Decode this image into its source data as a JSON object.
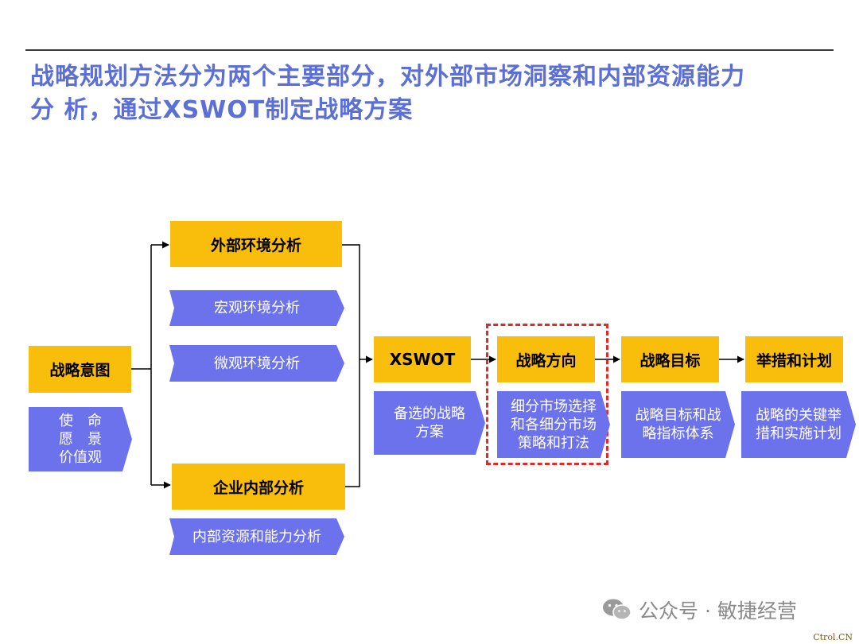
{
  "title": {
    "line1": "战略规划方法分为两个主要部分，对外部市场洞察和内部资源能力",
    "line2": "分 析，通过XSWOT制定战略方案"
  },
  "nodes": {
    "strategic_intent": "战略意图",
    "mission": [
      "使　命",
      "愿　景",
      "价值观"
    ],
    "external": "外部环境分析",
    "macro": "宏观环境分析",
    "micro": "微观环境分析",
    "internal": "企业内部分析",
    "internal_sub": "内部资源和能力分析",
    "xswot": "XSWOT",
    "xswot_sub": [
      "备选的战略",
      "方案"
    ],
    "direction": "战略方向",
    "direction_sub": [
      "细分市场选择",
      "和各细分市场",
      "策略和打法"
    ],
    "goal": "战略目标",
    "goal_sub": [
      "战略目标和战",
      "略指标体系"
    ],
    "plan": "举措和计划",
    "plan_sub": [
      "战略的关键举",
      "措和实施计划"
    ]
  },
  "colors": {
    "title": "#5b6fd6",
    "yellow_box": "#f9bd0b",
    "blue_shape": "#6c72ec",
    "highlight_border": "#e12a2a"
  },
  "watermark": {
    "icon": "wechat-icon",
    "text": "公众号 · 敏捷经营",
    "corner": "Ctrol.CN"
  }
}
